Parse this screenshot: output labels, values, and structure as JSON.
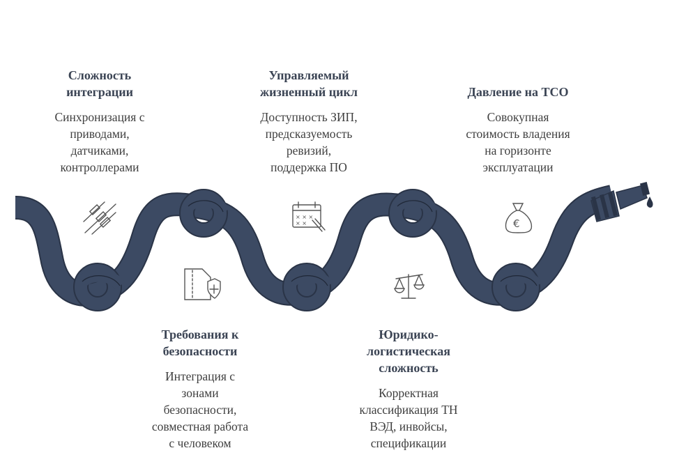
{
  "blocks": [
    {
      "title": "Сложность интеграции",
      "title_lines": [
        "Сложность",
        "интеграции"
      ],
      "desc_lines": [
        "Синхронизация с",
        "приводами,",
        "датчиками,",
        "контроллерами"
      ],
      "icon": "resistor-components-icon"
    },
    {
      "title_lines": [
        "Требования к",
        "безопасности"
      ],
      "desc_lines": [
        "Интеграция с",
        "зонами",
        "безопасности,",
        "совместная работа",
        "с человеком"
      ],
      "icon": "shield-document-icon"
    },
    {
      "title_lines": [
        "Управляемый",
        "жизненный цикл"
      ],
      "desc_lines": [
        "Доступность ЗИП,",
        "предсказуемость",
        "ревизий,",
        "поддержка ПО"
      ],
      "icon": "calendar-plan-icon"
    },
    {
      "title_lines": [
        "Юридико-",
        "логистическая",
        "сложность"
      ],
      "desc_lines": [
        "Корректная",
        "классификация ТН",
        "ВЭД, инвойсы,",
        "спецификации"
      ],
      "icon": "scales-icon"
    },
    {
      "title_lines": [
        "Давление на TCO"
      ],
      "desc_lines": [
        "Совокупная",
        "стоимость владения",
        "на горизонте",
        "эксплуатации"
      ],
      "icon": "money-bag-euro-icon"
    }
  ],
  "colors": {
    "hose": "#3c4a63",
    "hose_outline": "#2a3447",
    "title": "#3b4454",
    "text": "#3f3f3f",
    "icon_stroke": "#555555"
  }
}
